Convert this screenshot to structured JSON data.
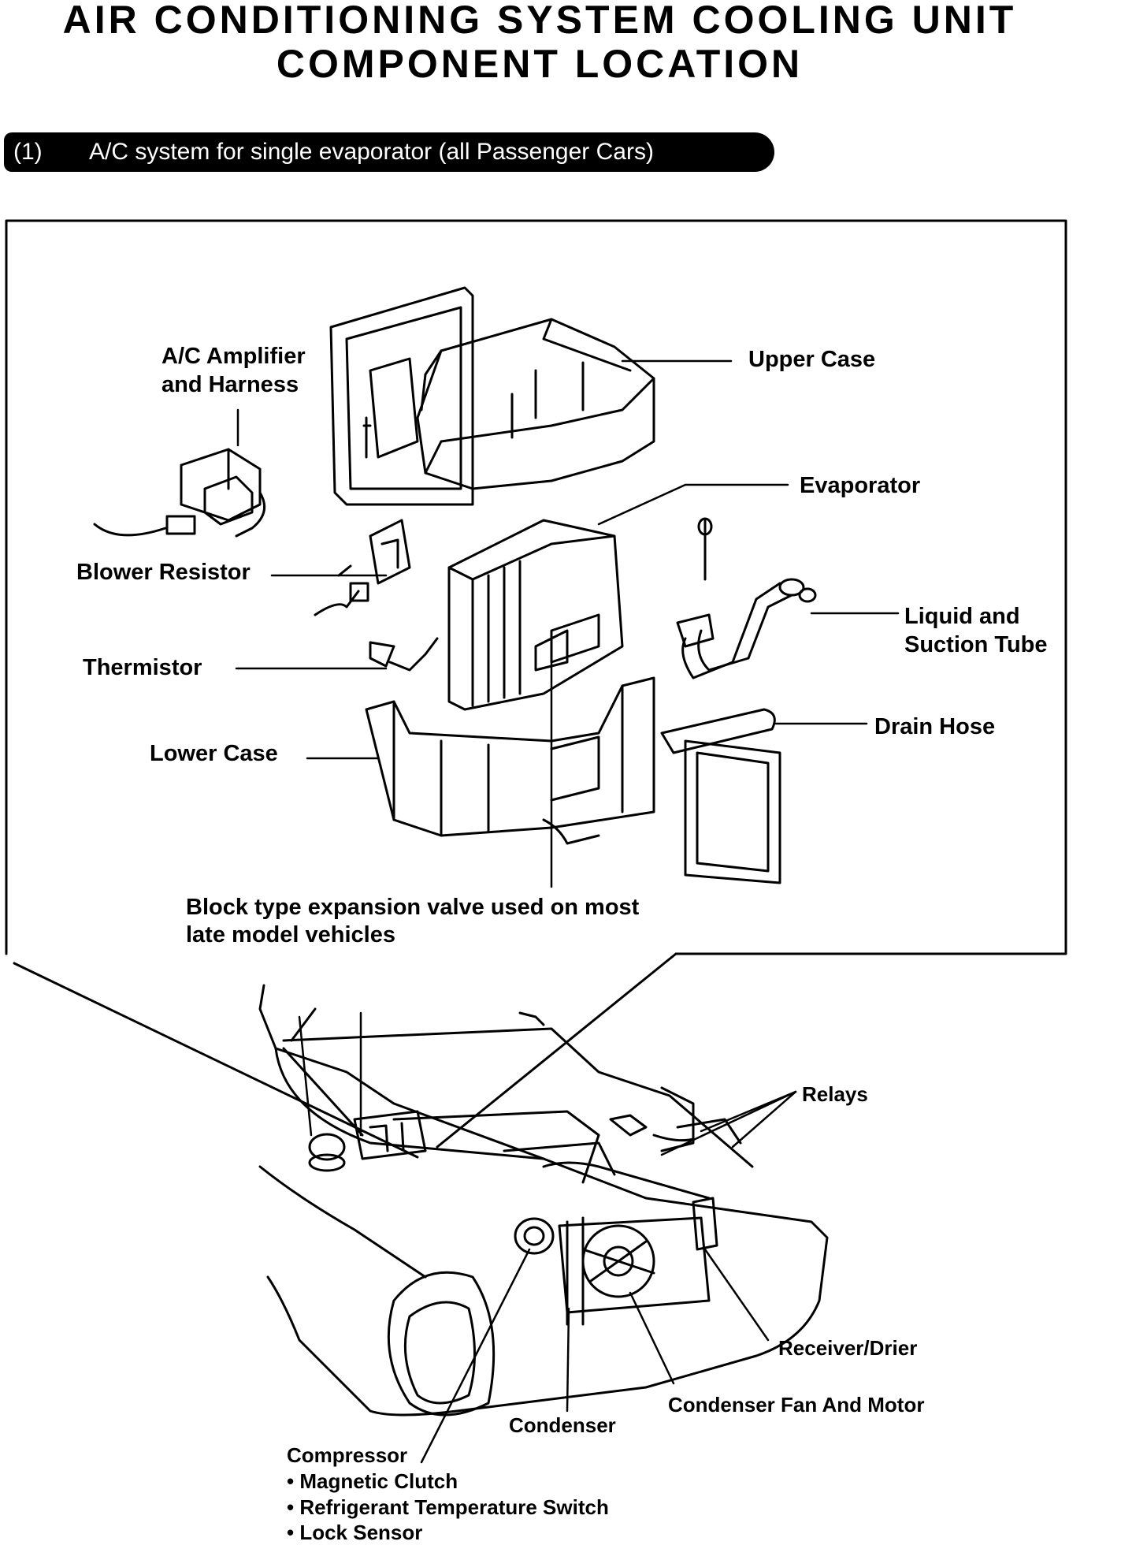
{
  "title": {
    "line1": "AIR CONDITIONING SYSTEM COOLING UNIT",
    "line2": "COMPONENT LOCATION"
  },
  "section": {
    "number": "(1)",
    "text": "A/C system for single evaporator (all Passenger Cars)"
  },
  "cooling_unit_labels": {
    "amplifier_line1": "A/C Amplifier",
    "amplifier_line2": "and Harness",
    "upper_case": "Upper Case",
    "evaporator": "Evaporator",
    "blower_resistor": "Blower Resistor",
    "liquid_suction_line1": "Liquid and",
    "liquid_suction_line2": "Suction Tube",
    "thermistor": "Thermistor",
    "drain_hose": "Drain Hose",
    "lower_case": "Lower Case",
    "expansion_valve_line1": "Block type expansion valve used on most",
    "expansion_valve_line2": "late model vehicles"
  },
  "vehicle_labels": {
    "relays": "Relays",
    "receiver_drier": "Receiver/Drier",
    "condenser_fan": "Condenser Fan And Motor",
    "condenser": "Condenser",
    "compressor": "Compressor",
    "compressor_items": [
      "• Magnetic Clutch",
      "• Refrigerant Temperature Switch",
      "• Lock Sensor"
    ]
  }
}
